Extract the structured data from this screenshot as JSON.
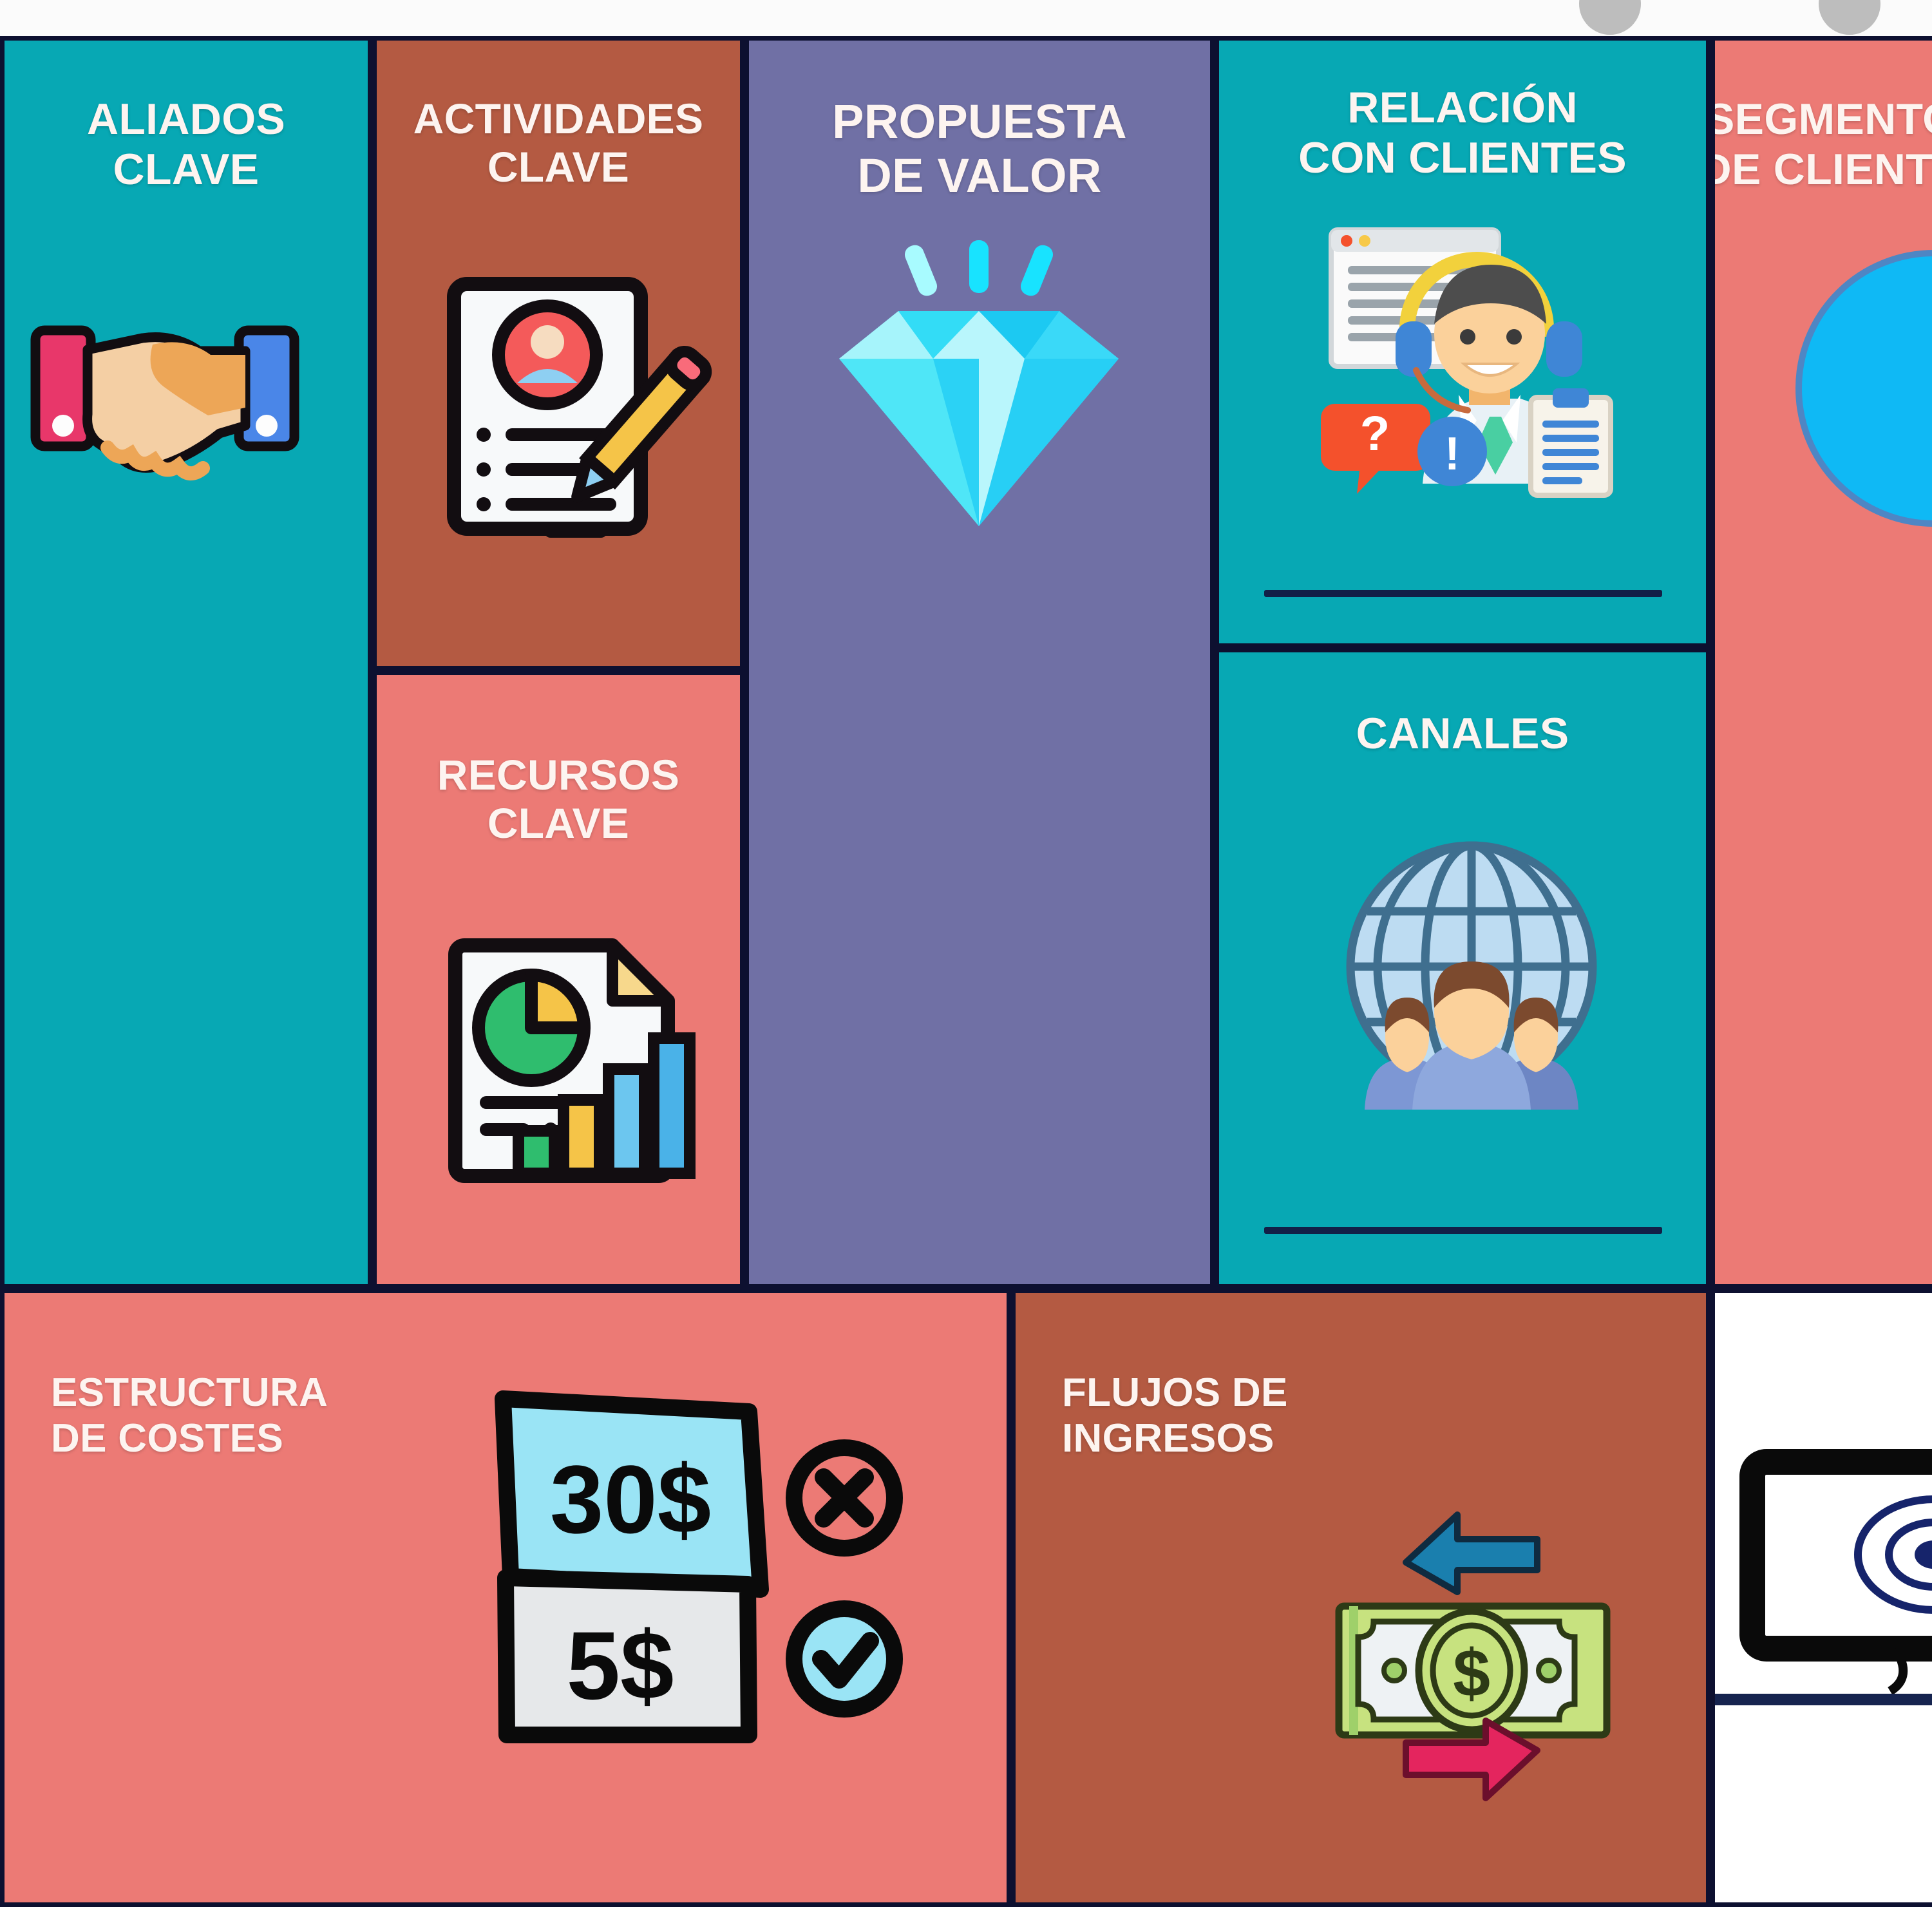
{
  "canvas": {
    "type": "business-model-canvas",
    "language": "es",
    "colors": {
      "teal": "#07a8b4",
      "brown": "#b45a42",
      "salmon": "#ec7a75",
      "purple": "#7070a5",
      "border": "#0d1030",
      "title_text": "#fdf4f0",
      "white": "#ffffff"
    }
  },
  "top_bar": {
    "control_left": "circle-control",
    "control_right": "circle-control"
  },
  "blocks": {
    "key_partners": {
      "title": "ALIADOS\nCLAVE",
      "color": "#07a8b4",
      "icon": "handshake-icon"
    },
    "key_activities": {
      "title": "ACTIVIDADES\nCLAVE",
      "color": "#b45a42",
      "icon": "document-user-pencil-icon"
    },
    "key_resources": {
      "title": "RECURSOS\nCLAVE",
      "color": "#ec7a75",
      "icon": "report-chart-icon"
    },
    "value_proposition": {
      "title": "PROPUESTA\nDE VALOR",
      "color": "#7070a5",
      "icon": "diamond-icon"
    },
    "customer_relationships": {
      "title": "RELACIÓN\nCON CLIENTES",
      "color": "#07a8b4",
      "icon": "support-agent-icon"
    },
    "channels": {
      "title": "CANALES",
      "color": "#07a8b4",
      "icon": "globe-people-icon"
    },
    "customer_segments": {
      "title": "SEGMENTOS\nDE CLIENTES",
      "title_visible": "SEGM\nDE CLI",
      "color": "#ec7a75",
      "icon": "globe-icon",
      "note": "clipped at right edge of image"
    },
    "cost_structure": {
      "title": "ESTRUCTURA\nDE COSTES",
      "color": "#ec7a75",
      "icon": "price-tag-icon",
      "price_high": "30$",
      "price_low": "5$",
      "mark_reject": "x-circle-icon",
      "mark_accept": "check-circle-icon"
    },
    "revenue_streams": {
      "title": "FLUJOS DE\nINGRESOS",
      "color": "#b45a42",
      "icon": "banknote-arrows-icon",
      "currency_symbol": "$"
    },
    "bottom_right": {
      "title": "",
      "color": "#ffffff",
      "icon": "monitor-target-icon",
      "note": "clipped at right edge of image"
    }
  }
}
